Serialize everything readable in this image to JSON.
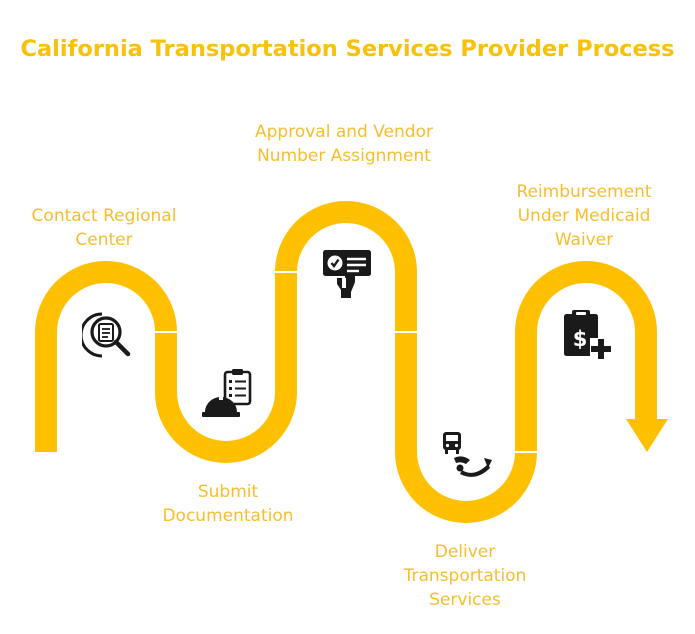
{
  "title": "California Transportation Services Provider Process",
  "colors": {
    "path": "#FEC000",
    "text": "#F6BE2C",
    "icon": "#1A1A1A"
  },
  "steps": [
    {
      "label": "Contact Regional Center",
      "icon": "search-document-icon"
    },
    {
      "label": "Submit Documentation",
      "icon": "hardhat-clipboard-icon"
    },
    {
      "label": "Approval and Vendor Number Assignment",
      "icon": "approval-badge-icon"
    },
    {
      "label": "Deliver Transportation Services",
      "icon": "bus-service-icon"
    },
    {
      "label": "Reimbursement Under Medicaid Waiver",
      "icon": "clipboard-dollar-icon"
    }
  ]
}
